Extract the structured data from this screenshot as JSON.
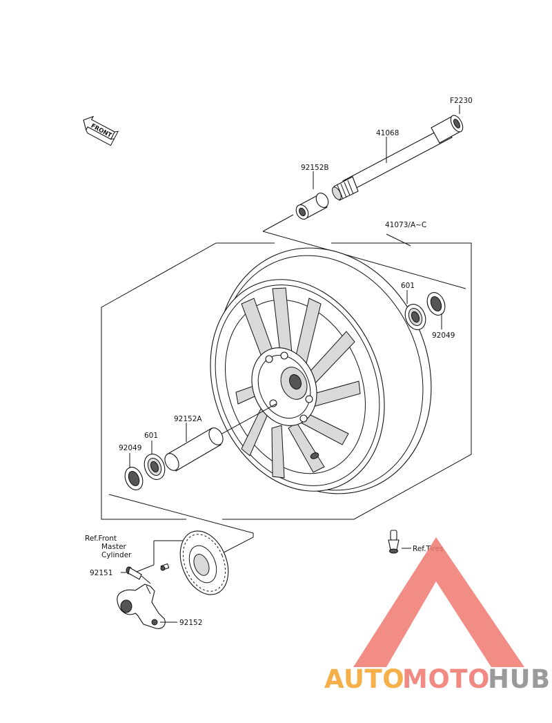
{
  "front_arrow": {
    "text": "FRONT"
  },
  "labels": {
    "f2230": "F2230",
    "p41068": "41068",
    "p92152b": "92152B",
    "p41073": "41073/A~C",
    "p601_right": "601",
    "p92049_right": "92049",
    "p92152a": "92152A",
    "p601_left": "601",
    "p92049_left": "92049",
    "ref_front_1": "Ref.Front",
    "ref_front_2": "Master",
    "ref_front_3": "Cylinder",
    "p92151": "92151",
    "p92152": "92152",
    "ref_tires": "Ref.Tires"
  },
  "watermark": {
    "auto": "AUTO",
    "moto": "MOTO",
    "hub": "HUB",
    "colors": {
      "auto": "#f5b04a",
      "moto": "#f08a82",
      "hub": "#9a9a9a",
      "triangle": "#f07a72"
    }
  }
}
